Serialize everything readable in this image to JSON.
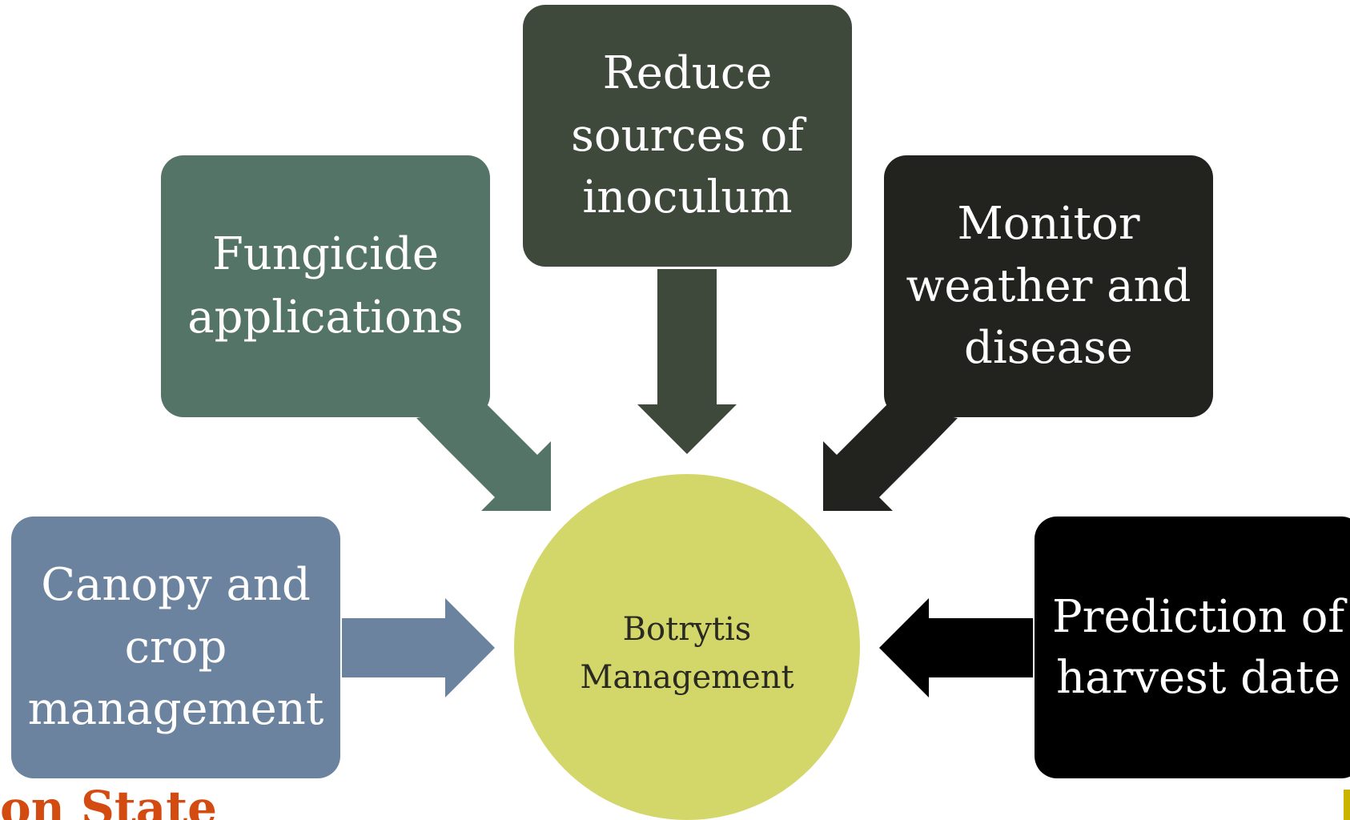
{
  "colors": {
    "canopy": "#6b839f",
    "fungicide": "#547467",
    "inoculum": "#3e493c",
    "monitor": "#22221e",
    "prediction": "#000000",
    "center": "#d3d76a",
    "footer": "#d34b11"
  },
  "center": {
    "label": "Botrytis\nManagement"
  },
  "boxes": {
    "canopy": {
      "label": "Canopy and\ncrop\nmanagement"
    },
    "fungicide": {
      "label": "Fungicide\napplications"
    },
    "inoculum": {
      "label": "Reduce\nsources of\ninoculum"
    },
    "monitor": {
      "label": "Monitor\nweather and\ndisease"
    },
    "prediction": {
      "label": "Prediction of\nharvest date"
    }
  },
  "footer": {
    "text": "on State"
  }
}
